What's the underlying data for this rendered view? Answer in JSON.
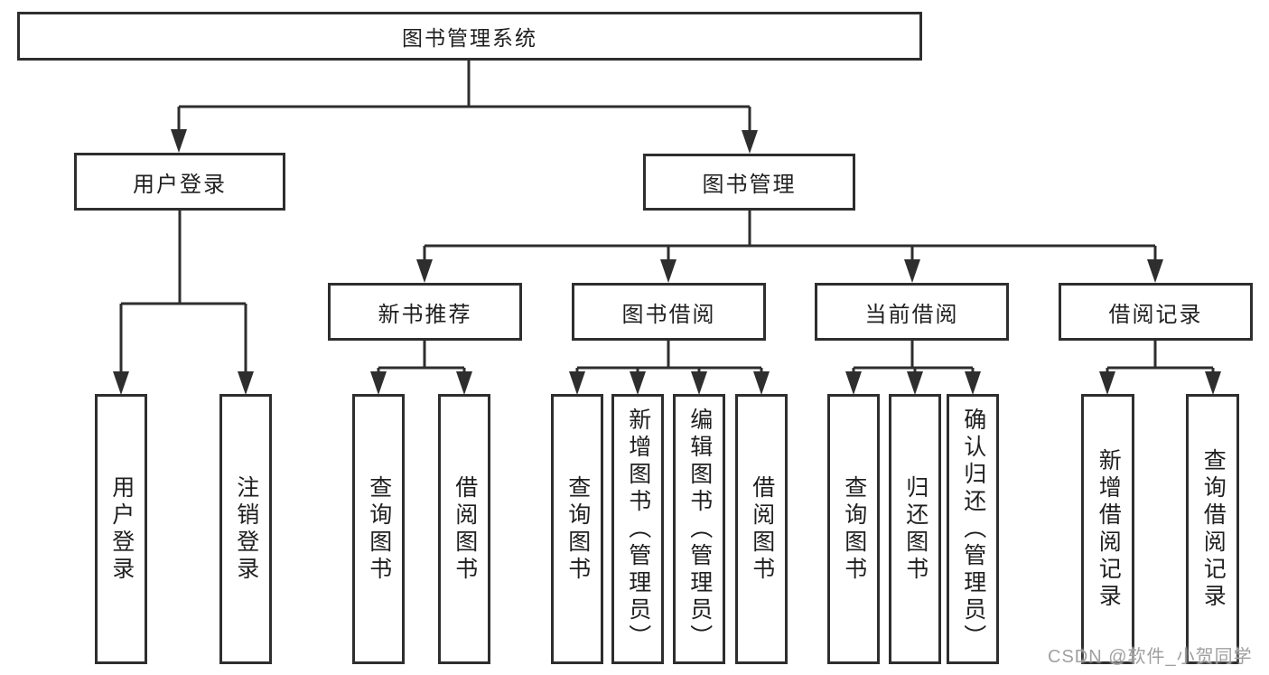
{
  "tree": {
    "root": {
      "label": "图书管理系统"
    },
    "level2": {
      "user_login": {
        "label": "用户登录"
      },
      "book_mgmt": {
        "label": "图书管理"
      }
    },
    "level3": {
      "new_book_rec": {
        "label": "新书推荐"
      },
      "book_borrow": {
        "label": "图书借阅"
      },
      "current_borrow": {
        "label": "当前借阅"
      },
      "borrow_record": {
        "label": "借阅记录"
      }
    },
    "leaves": {
      "user_login": {
        "label": "用户登录"
      },
      "logout": {
        "label": "注销登录"
      },
      "nb_query": {
        "label": "查询图书"
      },
      "nb_borrow": {
        "label": "借阅图书"
      },
      "bb_query": {
        "label": "查询图书"
      },
      "bb_add": {
        "label": "新增图书（管理员）"
      },
      "bb_edit": {
        "label": "编辑图书（管理员）"
      },
      "bb_borrow": {
        "label": "借阅图书"
      },
      "cb_query": {
        "label": "查询图书"
      },
      "cb_return": {
        "label": "归还图书"
      },
      "cb_confirm": {
        "label": "确认归还（管理员）"
      },
      "br_add": {
        "label": "新增借阅记录"
      },
      "br_query": {
        "label": "查询借阅记录"
      }
    }
  },
  "watermark": "CSDN @软件_小贺同学"
}
